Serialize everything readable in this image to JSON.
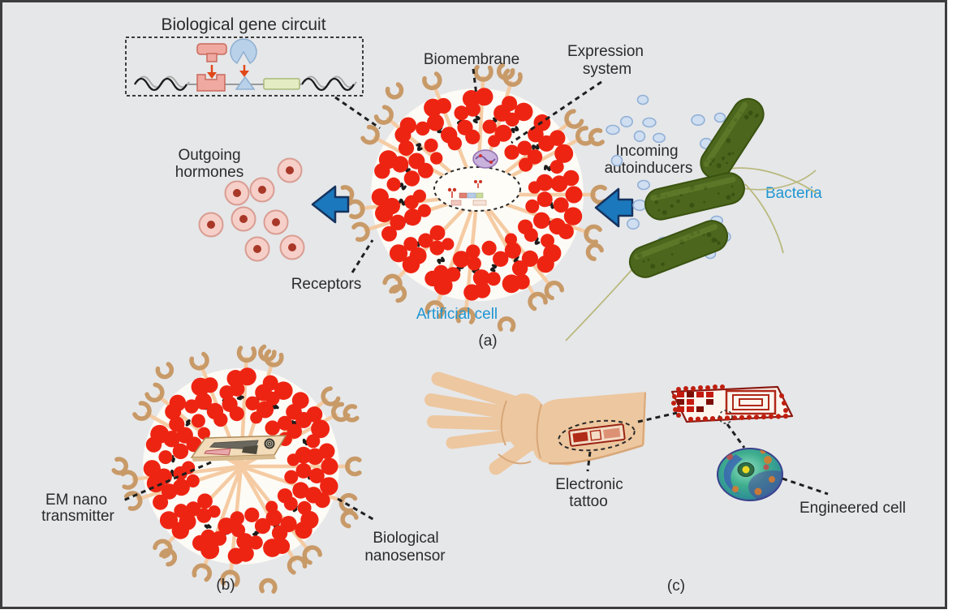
{
  "figure": {
    "panel_a": {
      "label": "(a)",
      "gene_circuit_title": "Biological gene circuit",
      "biomembrane_label": "Biomembrane",
      "expression_system_line1": "Expression",
      "expression_system_line2": "system",
      "incoming_line1": "Incoming",
      "incoming_line2": "autoinducers",
      "bacteria_label": "Bacteria",
      "outgoing_line1": "Outgoing",
      "outgoing_line2": "hormones",
      "receptors_label": "Receptors",
      "artificial_cell_label": "Artificial cell"
    },
    "panel_b": {
      "label": "(b)",
      "em_nano_line1": "EM nano",
      "em_nano_line2": "transmitter",
      "nanosensor_line1": "Biological",
      "nanosensor_line2": "nanosensor"
    },
    "panel_c": {
      "label": "(c)",
      "tattoo_line1": "Electronic",
      "tattoo_line2": "tattoo",
      "engineered_cell_label": "Engineered cell"
    },
    "icons": {
      "secretion_arrow": "block-arrow-left",
      "uptake_arrow": "block-arrow-left",
      "receptor": "tan-horseshoe-receptor",
      "autoinducer": "small-blue-bubble",
      "hormone": "pink-cell-with-nucleus",
      "bacterium": "green-rod-with-flagella",
      "nano_chip": "em-nano-transmitter-chip",
      "tattoo_chip": "rfid-tattoo-with-coil-antenna",
      "engineered_cell": "colorful-eukaryotic-cell"
    },
    "colors": {
      "background": "#e6e7e9",
      "frame": "#3d3d3f",
      "membrane_red": "#ee2413",
      "tail_black": "#1c1c1c",
      "strand_tan": "#f5cba3",
      "receptor_tan": "#c89a68",
      "arrow_blue": "#1b78bd",
      "label_blue": "#1e96d2",
      "text": "#2b2b2b",
      "bacteria_green": "#4c661d",
      "autoinducer_fill": "#cfdef1",
      "autoinducer_stroke": "#91b0d6",
      "hormone_fill": "#f6cfc9",
      "hormone_stroke": "#d99d92",
      "hormone_nucleus": "#a83828",
      "skin": "#edc79f",
      "skin_shade": "#d8a778",
      "tattoo_red": "#b02616"
    }
  }
}
